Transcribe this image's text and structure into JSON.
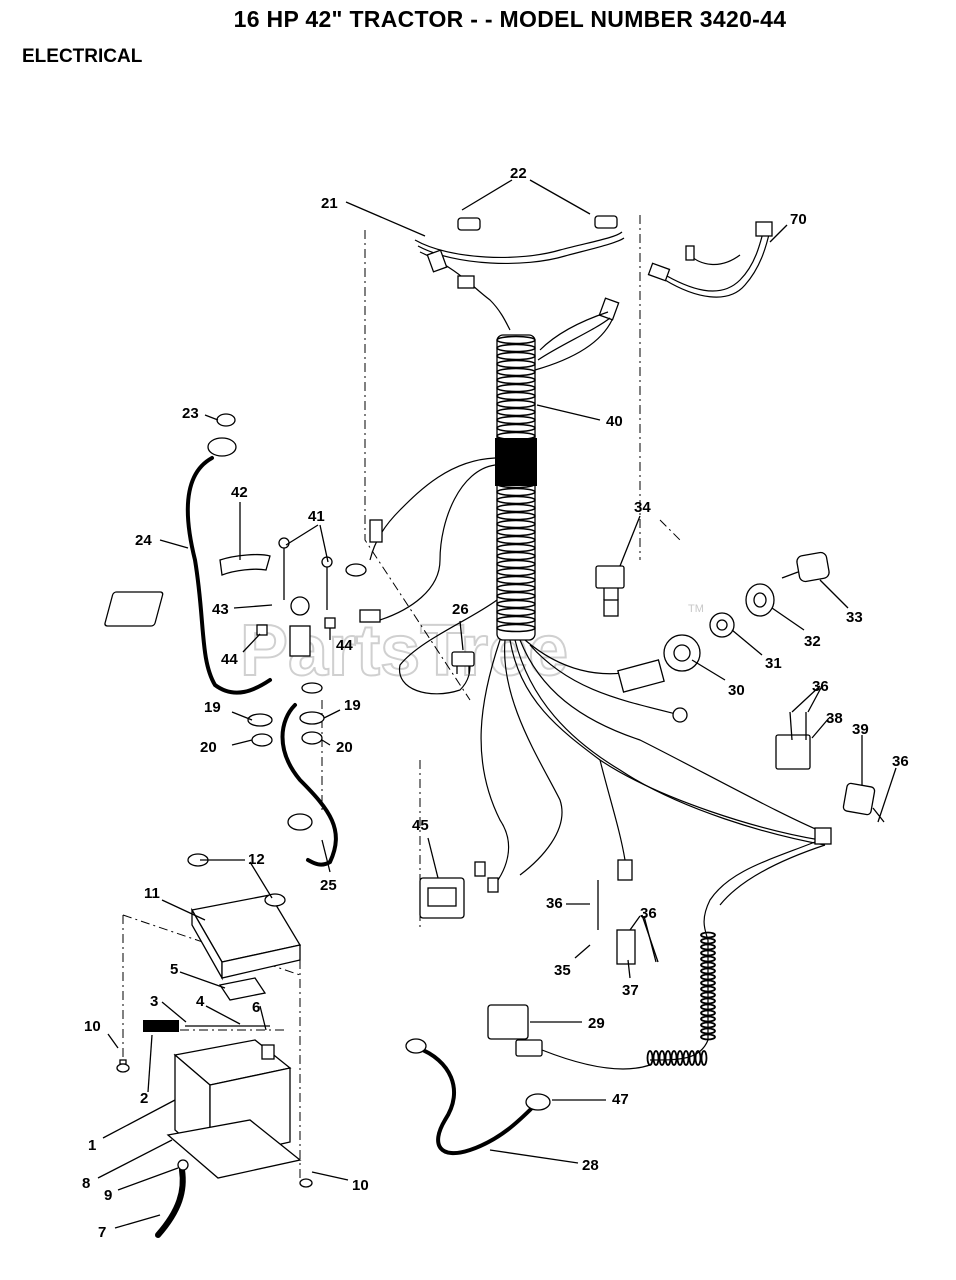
{
  "title": "16 HP 42\" TRACTOR - - MODEL NUMBER 3420-44",
  "section": "ELECTRICAL",
  "watermark": "PartsTree",
  "watermark_tm": "TM",
  "callouts": {
    "c1": "1",
    "c2": "2",
    "c3": "3",
    "c4": "4",
    "c5": "5",
    "c6": "6",
    "c7": "7",
    "c8": "8",
    "c9": "9",
    "c10a": "10",
    "c10b": "10",
    "c11": "11",
    "c12": "12",
    "c19a": "19",
    "c19b": "19",
    "c20a": "20",
    "c20b": "20",
    "c21": "21",
    "c22": "22",
    "c23": "23",
    "c24": "24",
    "c25": "25",
    "c26": "26",
    "c28": "28",
    "c29": "29",
    "c30": "30",
    "c31": "31",
    "c32": "32",
    "c33": "33",
    "c34": "34",
    "c35": "35",
    "c36a": "36",
    "c36b": "36",
    "c36c": "36",
    "c36d": "36",
    "c37": "37",
    "c38": "38",
    "c39": "39",
    "c40": "40",
    "c41": "41",
    "c42": "42",
    "c43": "43",
    "c44a": "44",
    "c44b": "44",
    "c45": "45",
    "c47": "47",
    "c70": "70"
  }
}
